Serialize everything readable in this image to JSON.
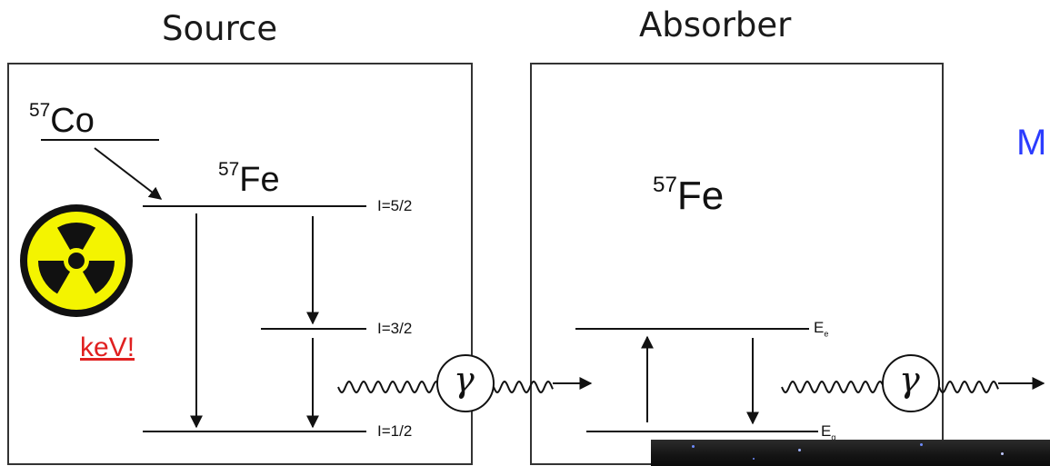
{
  "titles": {
    "source": "Source",
    "absorber": "Absorber"
  },
  "source": {
    "parent": {
      "mass": "57",
      "symbol": "Co"
    },
    "daughter": {
      "mass": "57",
      "symbol": "Fe"
    },
    "levels": [
      "I=5/2",
      "I=3/2",
      "I=1/2"
    ],
    "note": "keV!",
    "hazard_icon": "radiation-hazard-icon"
  },
  "absorber": {
    "isotope": {
      "mass": "57",
      "symbol": "Fe"
    },
    "levels": [
      "E",
      "E"
    ],
    "level_subscripts": [
      "e",
      "g"
    ]
  },
  "gamma_symbol": "γ",
  "cutoff_text": "M",
  "colors": {
    "warning_text": "#e02020",
    "blue_text": "#2b3cff",
    "hazard_yellow": "#f4f400"
  }
}
